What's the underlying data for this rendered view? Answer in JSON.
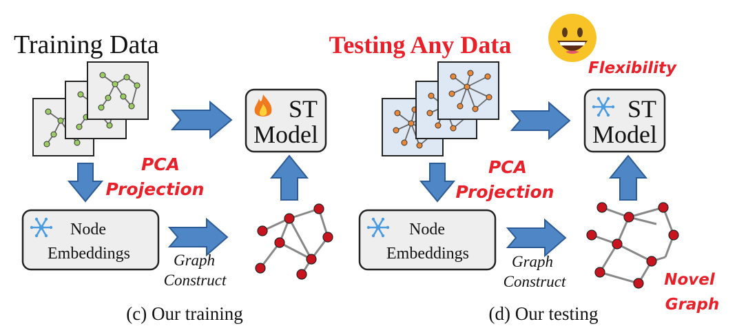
{
  "left_panel": {
    "heading": "Training Data",
    "model_line1": "ST",
    "model_line2": "Model",
    "projection_line1": "PCA",
    "projection_line2": "Projection",
    "embed_line1": "Node",
    "embed_line2": "Embeddings",
    "construct_line1": "Graph",
    "construct_line2": "Construct",
    "caption": "(c) Our training"
  },
  "right_panel": {
    "heading": "Testing Any Data",
    "flexibility": "Flexibility",
    "model_line1": "ST",
    "model_line2": "Model",
    "projection_line1": "PCA",
    "projection_line2": "Projection",
    "embed_line1": "Node",
    "embed_line2": "Embeddings",
    "construct_line1": "Graph",
    "construct_line2": "Construct",
    "novel_line1": "Novel",
    "novel_line2": "Graph",
    "caption": "(d) Our testing"
  },
  "colors": {
    "highlight_red": "#e8202a",
    "arrow_blue": "#4f86c6",
    "snowflake_blue": "#4a9be0",
    "node_green": "#9ccc65",
    "node_orange": "#e8883a",
    "node_red": "#c8141e"
  },
  "icons": [
    "fire-icon",
    "snowflake-icon",
    "grinning-emoji-icon"
  ]
}
